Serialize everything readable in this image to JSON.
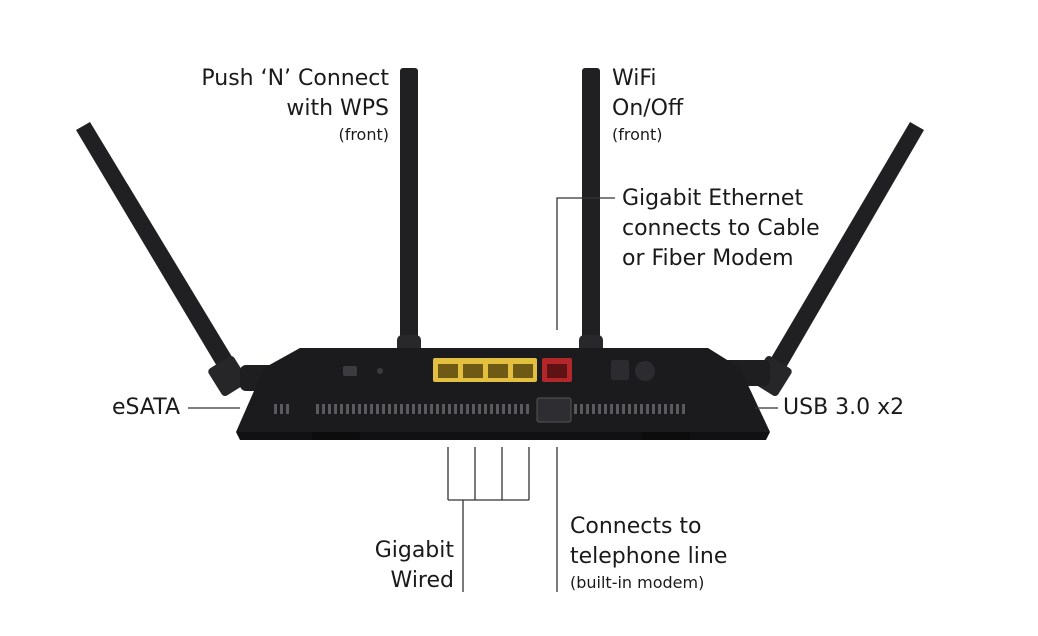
{
  "labels": {
    "wps": {
      "line1": "Push ‘N’ Connect",
      "line2": "with WPS",
      "note": "(front)"
    },
    "wifi": {
      "line1": "WiFi",
      "line2": "On/Off",
      "note": "(front)"
    },
    "ethernet": {
      "line1": "Gigabit Ethernet",
      "line2": "connects to Cable",
      "line3": "or Fiber Modem"
    },
    "esata": {
      "text": "eSATA"
    },
    "usb": {
      "text": "USB 3.0 x2"
    },
    "wired": {
      "line1": "Gigabit",
      "line2": "Wired"
    },
    "telephone": {
      "line1": "Connects to",
      "line2": "telephone line",
      "note": "(built-in modem)"
    }
  },
  "colors": {
    "router_body": "#1b1b1d",
    "antenna": "#202022",
    "lan_ports": "#e3bf3f",
    "wan_port": "#b3262a",
    "leader_line": "#333333"
  }
}
